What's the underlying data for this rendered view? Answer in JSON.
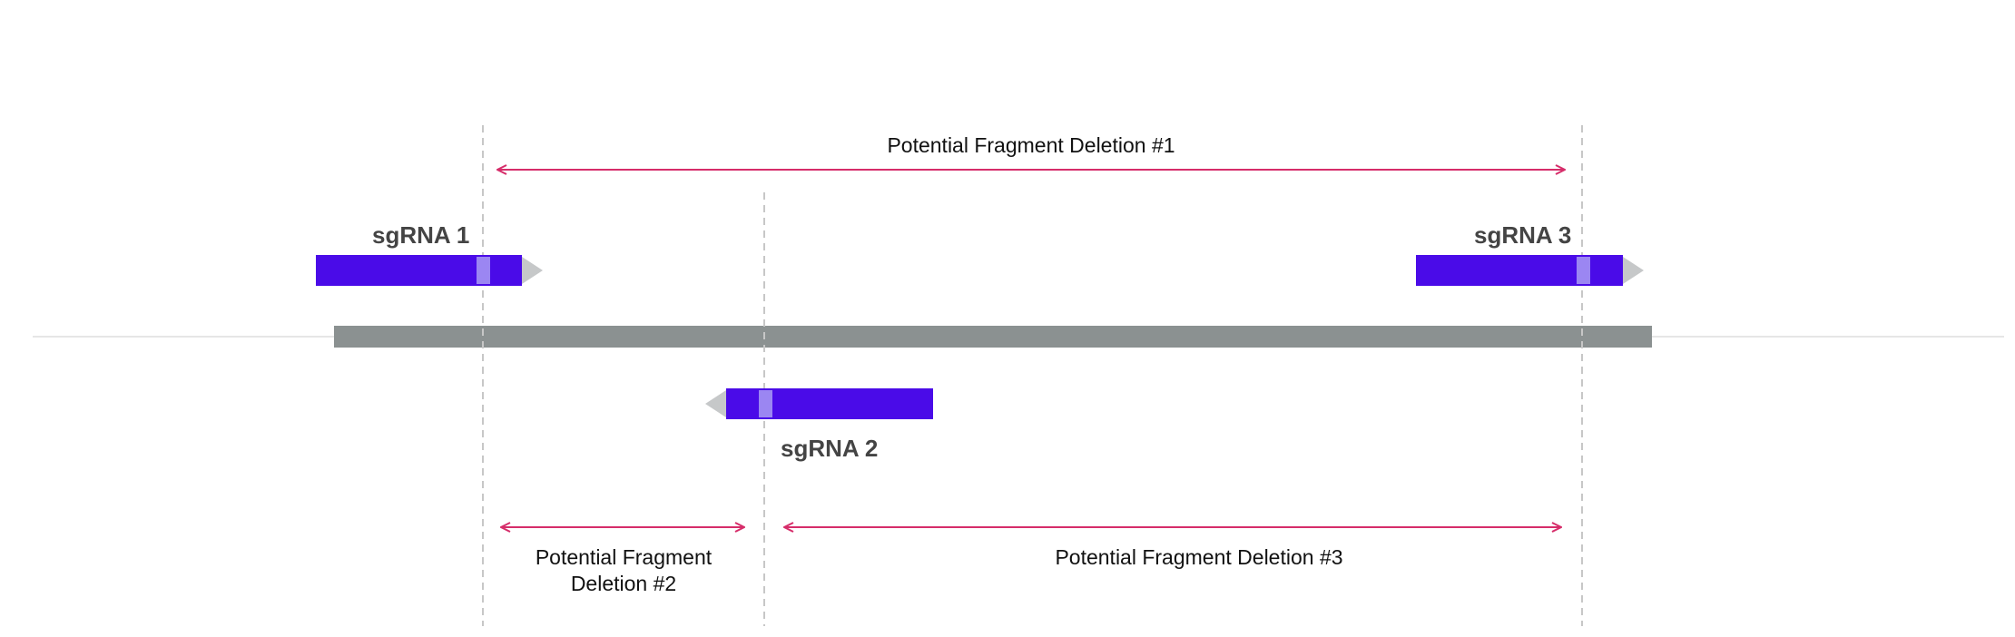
{
  "colors": {
    "guide_bar": "#4a0be8",
    "cut_site": "#9b86f2",
    "pam_arrow": "#c6c8c9",
    "target_dna": "#8b9191",
    "baseline": "#e6e6e6",
    "cut_line": "#c7c7c7",
    "deletion_arrow": "#d62d6a"
  },
  "guides": [
    {
      "label": "sgRNA 1",
      "strand": "+"
    },
    {
      "label": "sgRNA 2",
      "strand": "-"
    },
    {
      "label": "sgRNA 3",
      "strand": "+"
    }
  ],
  "deletions": [
    {
      "label": "Potential Fragment Deletion #1"
    },
    {
      "label_line1": "Potential Fragment",
      "label_line2": "Deletion #2"
    },
    {
      "label": "Potential Fragment Deletion #3"
    }
  ]
}
